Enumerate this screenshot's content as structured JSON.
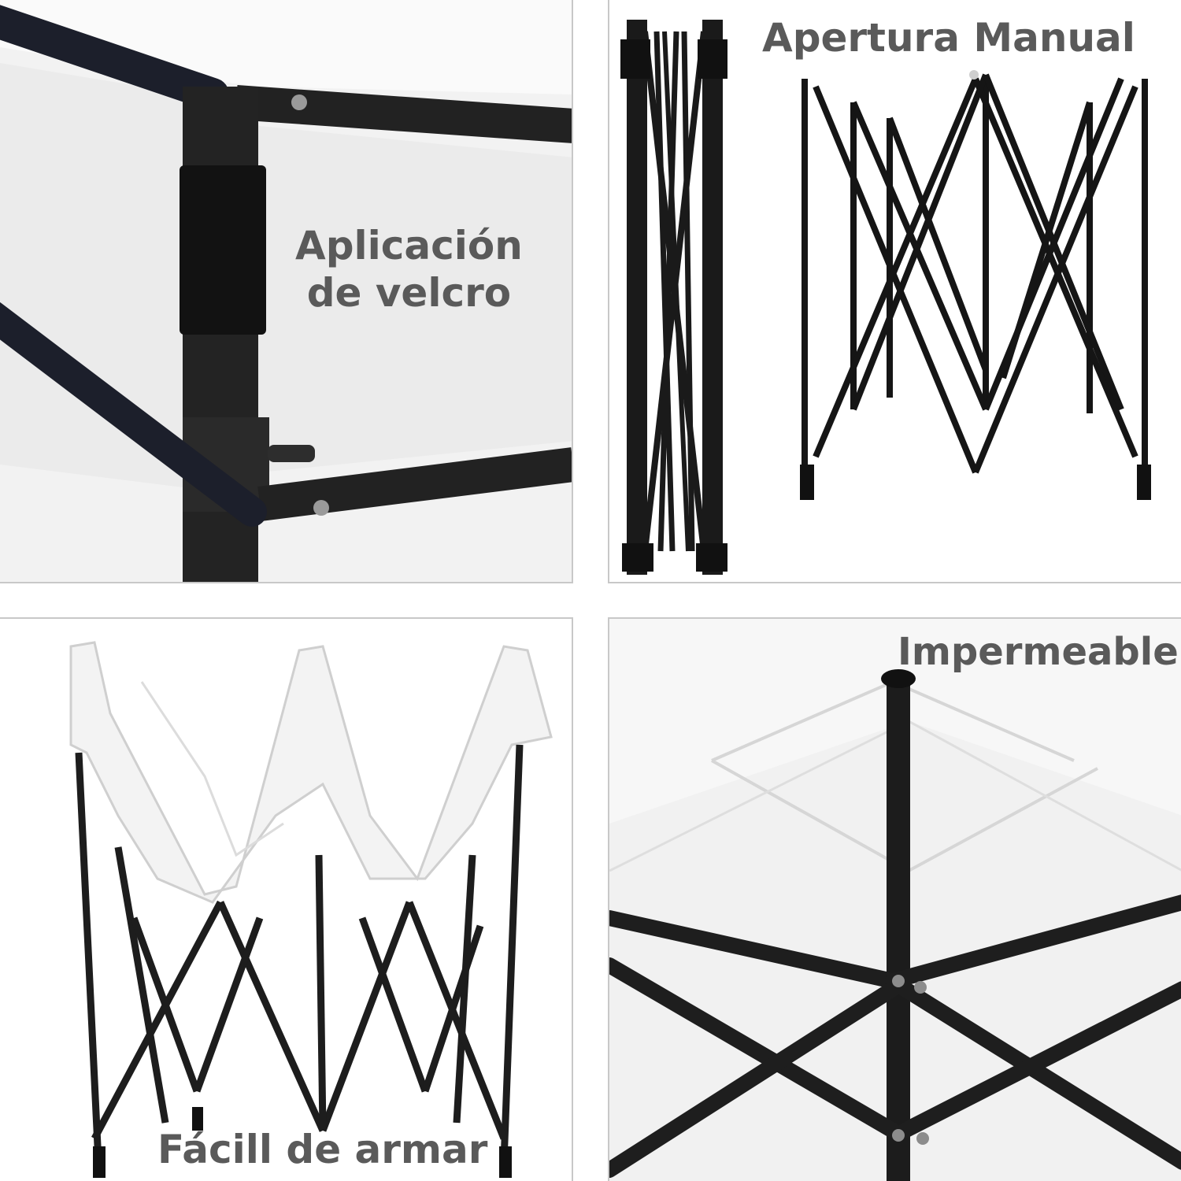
{
  "panels": [
    {
      "id": "velcro",
      "caption_line1": "Aplicación",
      "caption_line2": "de velcro"
    },
    {
      "id": "manual",
      "caption": "Apertura Manual"
    },
    {
      "id": "easy",
      "caption": "Fácill de armar"
    },
    {
      "id": "waterproof",
      "caption": "Impermeable"
    }
  ],
  "colors": {
    "frame": "#1b1b1b",
    "canopy": "#f4f4f4",
    "caption": "#5a5a5a",
    "divider": "#c8c8c8"
  }
}
